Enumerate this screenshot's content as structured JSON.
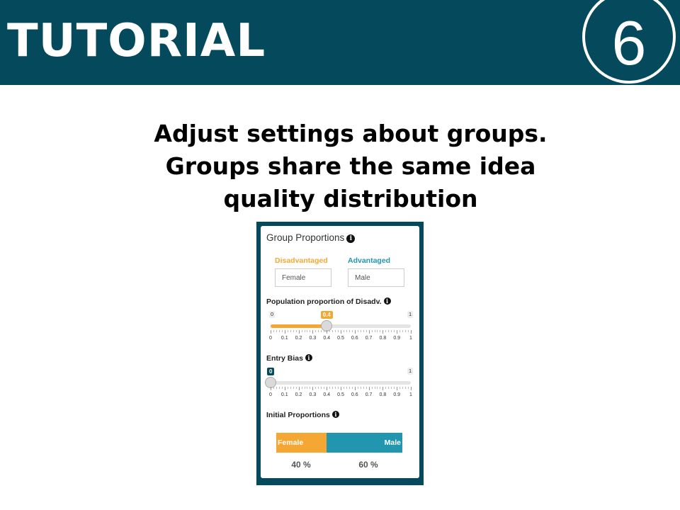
{
  "banner": {
    "title": "TUTORIAL",
    "step_number": "6"
  },
  "headline": {
    "lines": [
      "Adjust settings about groups.",
      "Groups share the same idea",
      "quality distribution"
    ]
  },
  "panel": {
    "title": "Group Proportions",
    "info_icon": "i",
    "groups": {
      "disadvantaged": {
        "label": "Disadvantaged",
        "value": "Female",
        "color": "#f5a733"
      },
      "advantaged": {
        "label": "Advantaged",
        "value": "Male",
        "color": "#2196ae"
      }
    },
    "population_slider": {
      "label": "Population proportion of Disadv.",
      "min": "0",
      "max": "1",
      "value": 0.4,
      "value_label": "0.4",
      "fill_color": "#f5a733",
      "ticks": [
        "0",
        "0.1",
        "0.2",
        "0.3",
        "0.4",
        "0.5",
        "0.6",
        "0.7",
        "0.8",
        "0.9",
        "1"
      ]
    },
    "entry_bias_slider": {
      "label": "Entry Bias",
      "min": "0",
      "max": "1",
      "value": 0,
      "value_label": "0",
      "tag_color": "#044a5c",
      "ticks": [
        "0",
        "0.1",
        "0.2",
        "0.3",
        "0.4",
        "0.5",
        "0.6",
        "0.7",
        "0.8",
        "0.9",
        "1"
      ]
    },
    "initial_proportions": {
      "label": "Initial Proportions",
      "female_label": "Female",
      "male_label": "Male",
      "female_value": 0.4,
      "male_value": 0.6,
      "female_pct": "40 %",
      "male_pct": "60 %"
    }
  }
}
